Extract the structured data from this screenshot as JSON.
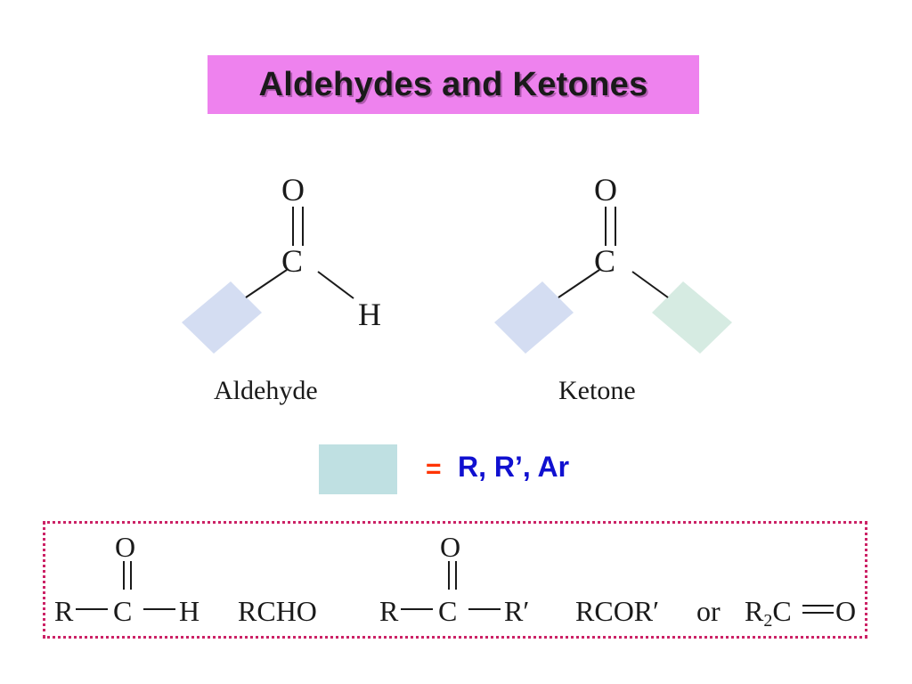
{
  "title": "Aldehydes and Ketones",
  "aldehyde": {
    "oxygen": "O",
    "carbon": "C",
    "hydrogen": "H",
    "caption": "Aldehyde"
  },
  "ketone": {
    "oxygen": "O",
    "carbon": "C",
    "caption": "Ketone"
  },
  "legend": {
    "equals": "=",
    "text": "R, R’, Ar"
  },
  "formulas": {
    "aldehyde_structural": {
      "oxygen": "O",
      "r": "R",
      "c": "C",
      "h": "H"
    },
    "aldehyde_condensed": "RCHO",
    "ketone_structural": {
      "oxygen": "O",
      "r": "R",
      "c": "C",
      "r_prime": "R′"
    },
    "ketone_condensed": "RCOR′",
    "or": "or",
    "r2co": {
      "r": "R",
      "sub": "2",
      "c": "C",
      "o": "O"
    }
  },
  "colors": {
    "title_bg": "#ee82ee",
    "substituent_blue": "#d4ddf2",
    "substituent_green": "#d6ebe2",
    "legend_box": "#bfe0e2",
    "equals_color": "#ff3300",
    "legend_text": "#1010d0",
    "border_dotted": "#cc2266"
  }
}
